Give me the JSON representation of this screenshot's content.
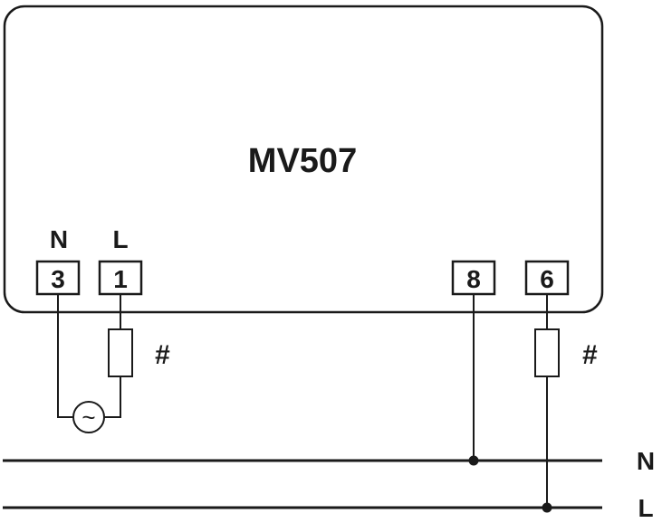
{
  "device": {
    "title": "MV507"
  },
  "terminals": [
    {
      "number": "3",
      "label": "N"
    },
    {
      "number": "1",
      "label": "L"
    },
    {
      "number": "8"
    },
    {
      "number": "6"
    }
  ],
  "fuse_symbols": [
    "#",
    "#"
  ],
  "source_symbol": "~",
  "bus_lines": [
    {
      "label": "N"
    },
    {
      "label": "L"
    }
  ]
}
